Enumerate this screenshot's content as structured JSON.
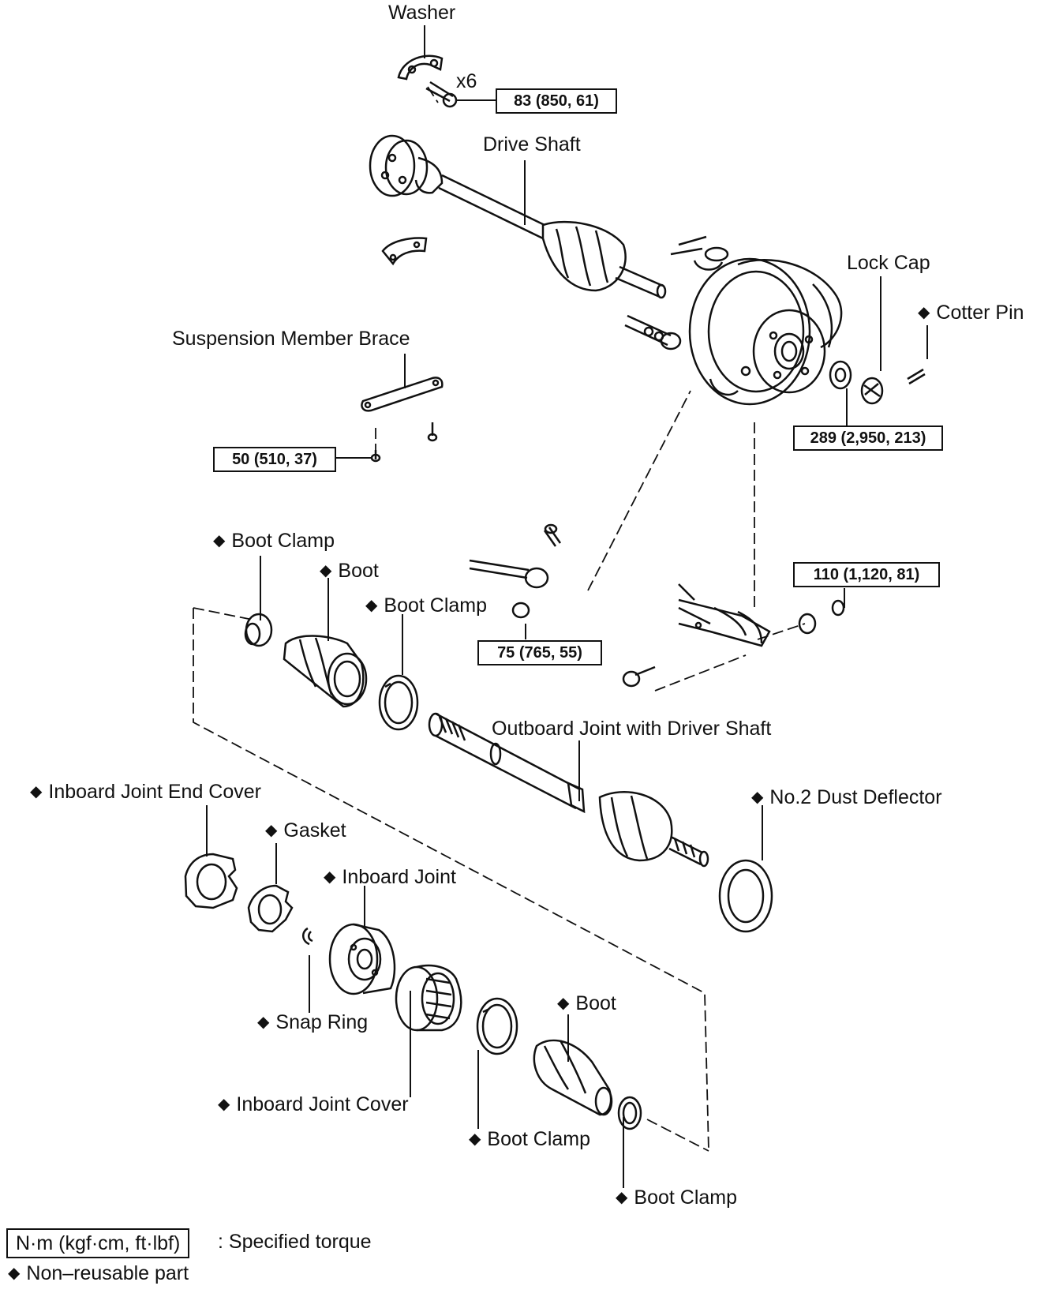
{
  "labels": {
    "washer": "Washer",
    "x6": "x6",
    "drive_shaft": "Drive Shaft",
    "lock_cap": "Lock Cap",
    "cotter_pin": "Cotter Pin",
    "suspension_member_brace": "Suspension Member Brace",
    "boot_clamp_1": "Boot Clamp",
    "boot_1": "Boot",
    "boot_clamp_2": "Boot Clamp",
    "outboard_joint": "Outboard Joint with Driver Shaft",
    "inboard_joint_end_cover": "Inboard Joint End Cover",
    "no2_dust_deflector": "No.2 Dust Deflector",
    "gasket": "Gasket",
    "inboard_joint": "Inboard Joint",
    "snap_ring": "Snap Ring",
    "boot_2": "Boot",
    "inboard_joint_cover": "Inboard Joint Cover",
    "boot_clamp_3": "Boot Clamp",
    "boot_clamp_4": "Boot Clamp"
  },
  "torques": {
    "t83": "83 (850, 61)",
    "t289": "289 (2,950, 213)",
    "t50": "50 (510, 37)",
    "t110": "110 (1,120, 81)",
    "t75": "75 (765, 55)"
  },
  "legend": {
    "unit": "N·m (kgf·cm, ft·lbf)",
    "specified": ": Specified torque",
    "nonreusable": "Non–reusable part"
  },
  "symbols": {
    "diamond": "◆"
  }
}
